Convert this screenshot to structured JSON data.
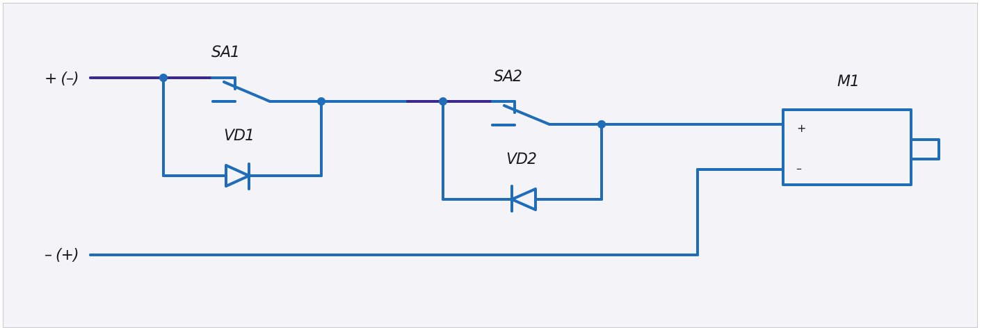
{
  "terminals": {
    "positive": "+ (–)",
    "negative": "– (+)"
  },
  "components": {
    "switch1": "SA1",
    "switch2": "SA2",
    "diode1": "VD1",
    "diode2": "VD2",
    "motor": "M1"
  },
  "motor_pins": {
    "plus": "+",
    "minus": "–"
  },
  "colors": {
    "wire": "#1f6db8",
    "wire_dark": "#3b2a8c",
    "background": "#f3f3f8"
  }
}
